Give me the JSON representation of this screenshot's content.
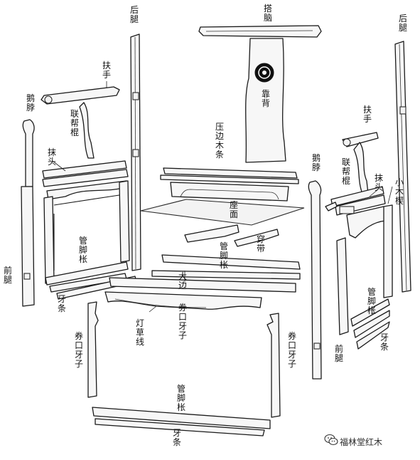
{
  "labels": {
    "hou_tui_left": "后腿",
    "da_nao": "搭脑",
    "hou_tui_right": "后腿",
    "fu_shou_left": "扶手",
    "kao_bei": "靠背",
    "e_jing_left": "鹅脖",
    "lian_bang_gun_left": "联帮棍",
    "ya_bian_mu_tiao": "压边木条",
    "mo_tou_left": "抹头",
    "fu_shou_right": "扶手",
    "e_jing_right": "鹅脖",
    "lian_bang_gun_right": "联帮棍",
    "mo_tou_right": "抹头",
    "xiao_mu_xie": "小木楔",
    "zuo_mian": "座面",
    "guan_jiao_cheng_left": "管脚枨",
    "chuan_dai": "穿带",
    "guan_jiao_cheng_mid": "管脚枨",
    "qian_tui_left": "前腿",
    "da_bian": "大边",
    "ya_tiao_left": "牙条",
    "juan_kou_ya_zi_mid": "券口牙子",
    "guan_jiao_cheng_right": "管脚枨",
    "deng_cao_xian": "灯草线",
    "ya_tiao_right": "牙条",
    "juan_kou_ya_zi_left": "券口牙子",
    "juan_kou_ya_zi_right": "券口牙子",
    "qian_tui_right": "前腿",
    "guan_jiao_cheng_bottom": "管脚枨",
    "ya_tiao_bottom": "牙条"
  },
  "watermark": {
    "text": "福林堂红木",
    "icon": "wechat-icon"
  },
  "colors": {
    "ink": "#1a1a1a",
    "paper": "#ffffff",
    "part_fill": "#f7f7f7"
  }
}
